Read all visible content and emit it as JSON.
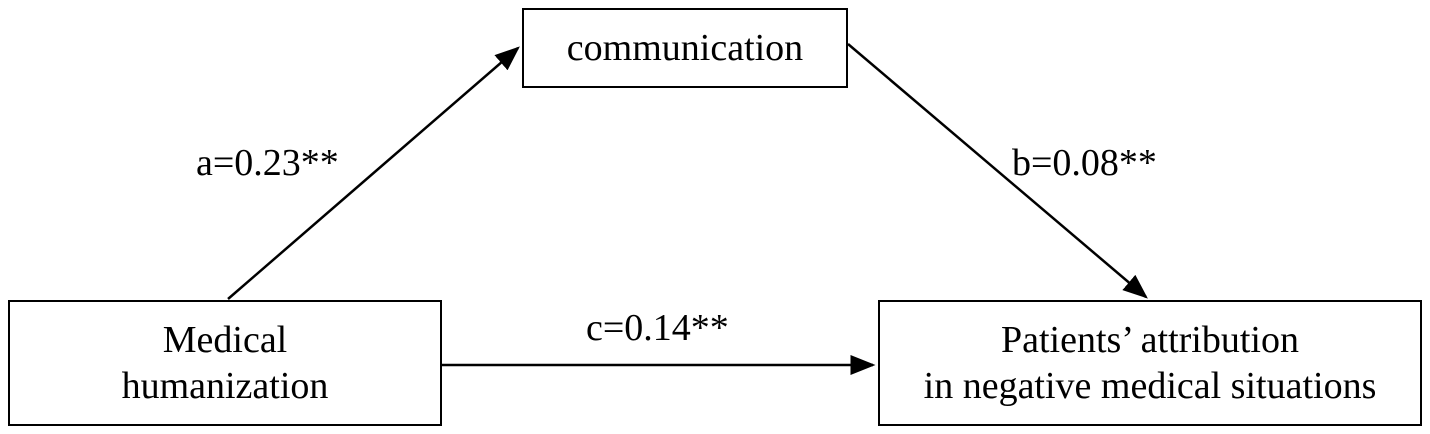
{
  "diagram": {
    "nodes": {
      "mediator": {
        "lines": [
          "communication"
        ]
      },
      "predictor": {
        "lines": [
          "Medical",
          "humanization"
        ]
      },
      "outcome": {
        "lines": [
          "Patients’ attribution",
          "in negative medical situations"
        ]
      }
    },
    "edges": {
      "a": {
        "from": "predictor",
        "to": "mediator",
        "label": "a=0.23**"
      },
      "b": {
        "from": "mediator",
        "to": "outcome",
        "label": "b=0.08**"
      },
      "c": {
        "from": "predictor",
        "to": "outcome",
        "label": "c=0.14**"
      }
    },
    "colors": {
      "stroke": "#000000",
      "background": "#ffffff"
    }
  }
}
